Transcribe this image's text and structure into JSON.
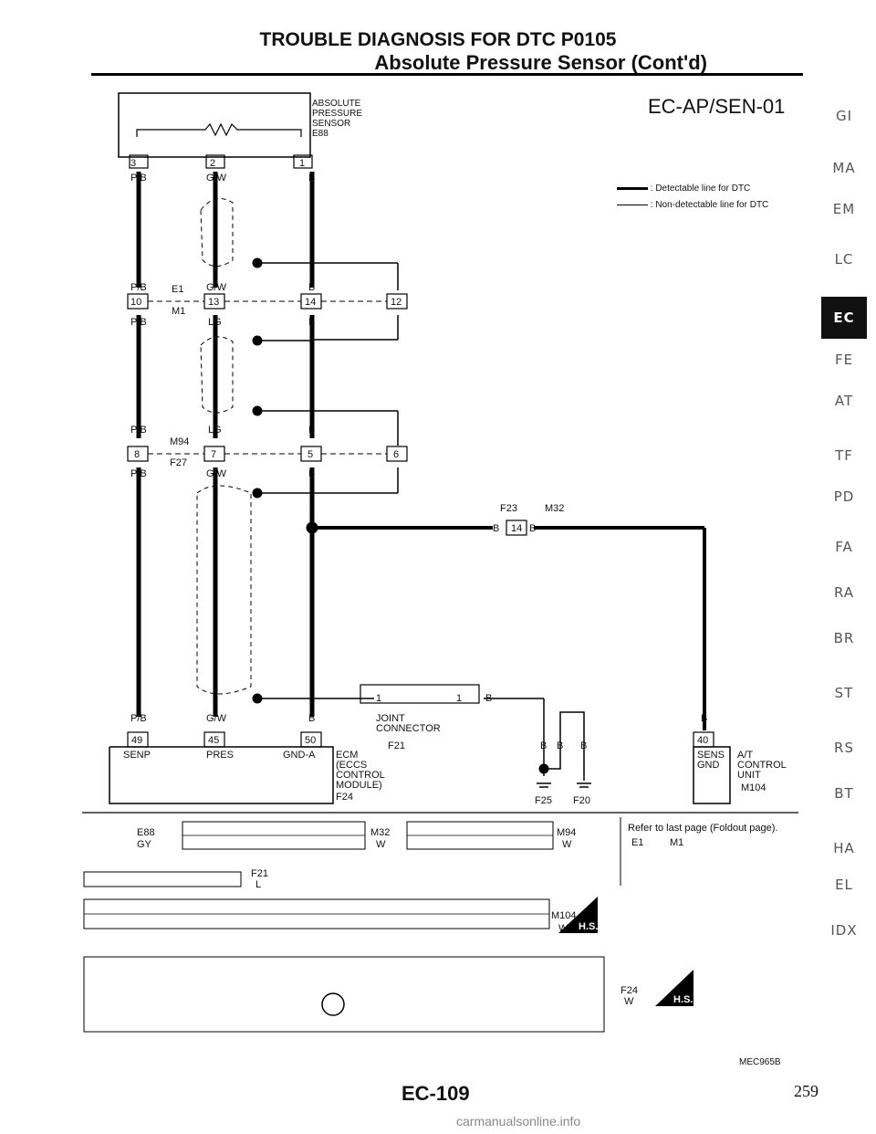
{
  "header": {
    "title": "TROUBLE DIAGNOSIS FOR DTC P0105",
    "subtitle": "Absolute Pressure Sensor (Cont'd)"
  },
  "diagram_code": "EC-AP/SEN-01",
  "legend": {
    "detectable": ": Detectable line for DTC",
    "non_detectable": ": Non-detectable line for DTC"
  },
  "side_index": [
    "GI",
    "MA",
    "EM",
    "LC",
    "EC",
    "FE",
    "AT",
    "TF",
    "PD",
    "FA",
    "RA",
    "BR",
    "ST",
    "RS",
    "BT",
    "HA",
    "EL",
    "IDX"
  ],
  "side_index_active": "EC",
  "sensor": {
    "label_line1": "ABSOLUTE",
    "label_line2": "PRESSURE",
    "label_line3": "SENSOR",
    "connector": "E88",
    "pins": [
      "3",
      "2",
      "1"
    ]
  },
  "wires": {
    "pb": "P/B",
    "gw": "G/W",
    "b": "B",
    "lg": "LG"
  },
  "connectors": {
    "e1": "E1",
    "m1": "M1",
    "m94": "M94",
    "f27": "F27",
    "f23": "F23",
    "m32": "M32",
    "f21": "F21",
    "f25": "F25",
    "f20": "F20",
    "f24": "F24",
    "m104": "M104",
    "pin_10a": "10",
    "pin_13a": "13",
    "pin_14a": "14",
    "pin_12a": "12",
    "pin_8": "8",
    "pin_7": "7",
    "pin_5": "5",
    "pin_6": "6",
    "pin_14": "14",
    "pin_1": "1"
  },
  "ecm": {
    "pin_49": "49",
    "pin_45": "45",
    "pin_50": "50",
    "pin_40": "40",
    "senp": "SENP",
    "pres": "PRES",
    "gnda": "GND-A",
    "label": [
      "ECM",
      "(ECCS",
      "CONTROL",
      "MODULE)"
    ],
    "sens_gnd": [
      "SENS",
      "GND"
    ]
  },
  "joint": {
    "label1": "JOINT",
    "label2": "CONNECTOR"
  },
  "at_unit": [
    "A/T",
    "CONTROL",
    "UNIT"
  ],
  "connector_views": {
    "e88_color": "GY",
    "m32_color": "W",
    "m94_color": "W",
    "f21_color": "L",
    "m104_color": "W",
    "f24_color": "W",
    "hs": "H.S.",
    "refer": "Refer to last page (Foldout page).",
    "refer_conn": [
      "E1",
      "M1"
    ]
  },
  "footer": {
    "ref_code": "MEC965B",
    "page_label": "EC-109",
    "page_number": "259",
    "watermark": "carmanualsonline.info"
  },
  "colors": {
    "ink": "#111111",
    "index_bg": "#111111"
  }
}
